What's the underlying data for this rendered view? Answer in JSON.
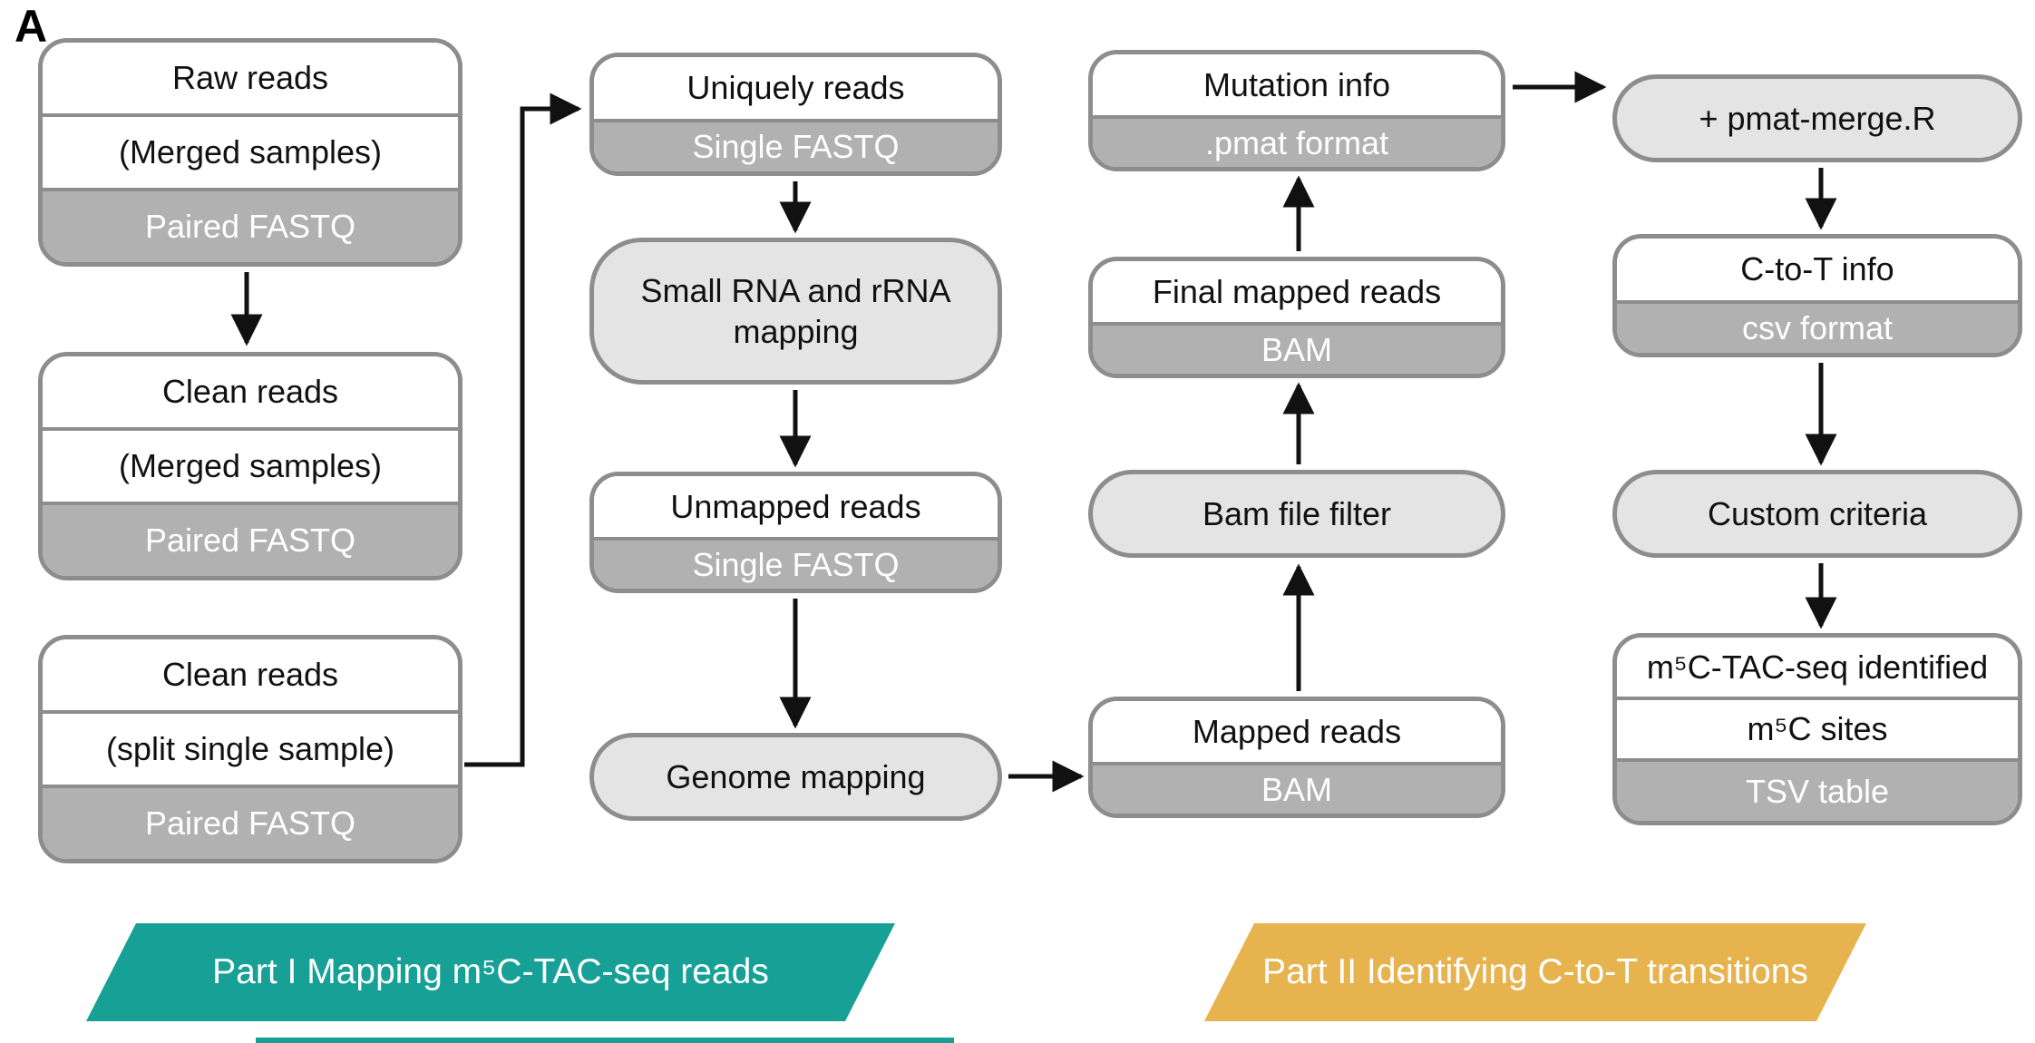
{
  "panel_label": "A",
  "boxes": {
    "raw_reads": {
      "title": "Raw reads",
      "subtitle": "(Merged samples)",
      "format": "Paired FASTQ"
    },
    "clean_reads_merged": {
      "title": "Clean reads",
      "subtitle": "(Merged samples)",
      "format": "Paired FASTQ"
    },
    "clean_reads_split": {
      "title": "Clean reads",
      "subtitle": "(split single sample)",
      "format": "Paired FASTQ"
    },
    "uniquely_reads": {
      "title": "Uniquely reads",
      "format": "Single FASTQ"
    },
    "small_rna_rrna_mapping": {
      "label": "Small RNA and rRNA mapping"
    },
    "unmapped_reads": {
      "title": "Unmapped reads",
      "format": "Single FASTQ"
    },
    "genome_mapping": {
      "label": "Genome mapping"
    },
    "mutation_info": {
      "title": "Mutation info",
      "format": ".pmat format"
    },
    "final_mapped_reads": {
      "title": "Final mapped reads",
      "format": "BAM"
    },
    "bam_file_filter": {
      "label": "Bam file filter"
    },
    "mapped_reads": {
      "title": "Mapped reads",
      "format": "BAM"
    },
    "pmat_merge": {
      "label": "+ pmat-merge.R"
    },
    "c_to_t_info": {
      "title": "C-to-T info",
      "format": "csv format"
    },
    "custom_criteria": {
      "label": "Custom criteria"
    },
    "m5c_sites": {
      "title": "m⁵C-TAC-seq identified",
      "subtitle": "m⁵C sites",
      "format": "TSV table"
    }
  },
  "banners": {
    "part1": {
      "label": "Part I Mapping m⁵C-TAC-seq reads",
      "color": "#16a096"
    },
    "part2": {
      "label": "Part II Identifying C-to-T transitions",
      "color": "#e7b34f"
    }
  },
  "colors": {
    "box_border": "#8d8d8d",
    "format_fill": "#b1b1b1",
    "process_fill": "#e4e4e4",
    "arrow": "#111111"
  }
}
